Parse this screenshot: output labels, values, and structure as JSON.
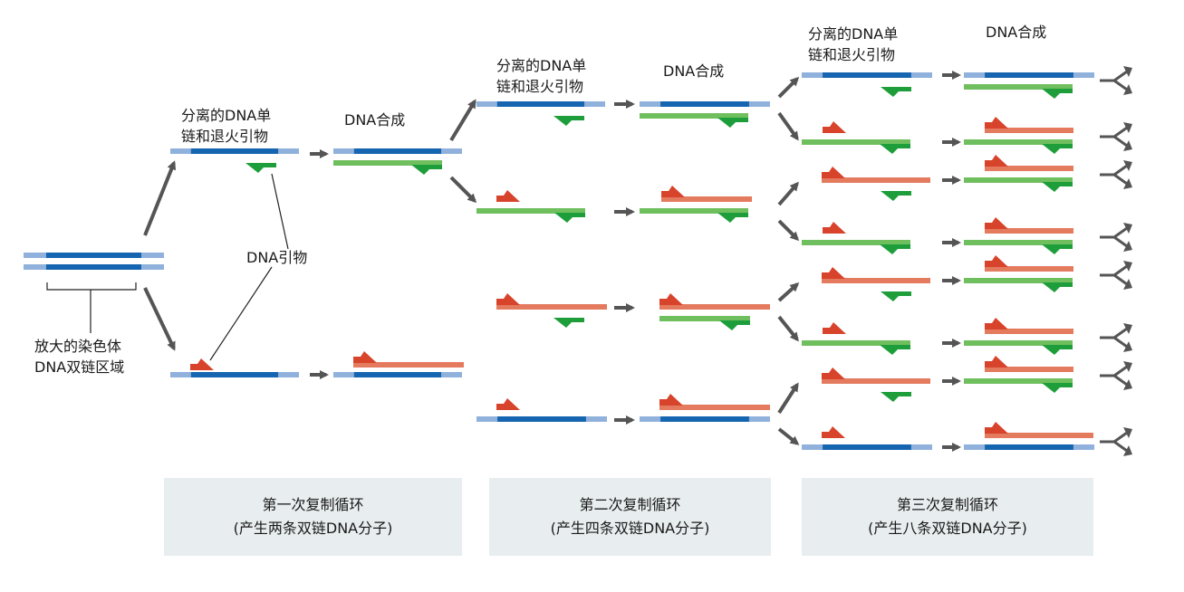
{
  "colors": {
    "template_blue": "#1565b0",
    "template_light_blue": "#8fb1dc",
    "new_green": "#6fbf5e",
    "primer_green": "#1e9e3a",
    "new_red": "#e47a5e",
    "primer_red": "#d8432b",
    "arrow_gray": "#555555",
    "caption_bg": "#e8edef"
  },
  "labels": {
    "chromosome_region": [
      "放大的染色体",
      "DNA双链区域"
    ],
    "separate_anneal": [
      "分离的DNA单",
      "链和退火引物"
    ],
    "dna_synthesis": "DNA合成",
    "dna_primer": "DNA引物"
  },
  "cycles": [
    {
      "title": "第一次复制循环",
      "subtitle": "(产生两条双链DNA分子)"
    },
    {
      "title": "第二次复制循环",
      "subtitle": "(产生四条双链DNA分子)"
    },
    {
      "title": "第三次复制循环",
      "subtitle": "(产生八条双链DNA分子)"
    }
  ]
}
